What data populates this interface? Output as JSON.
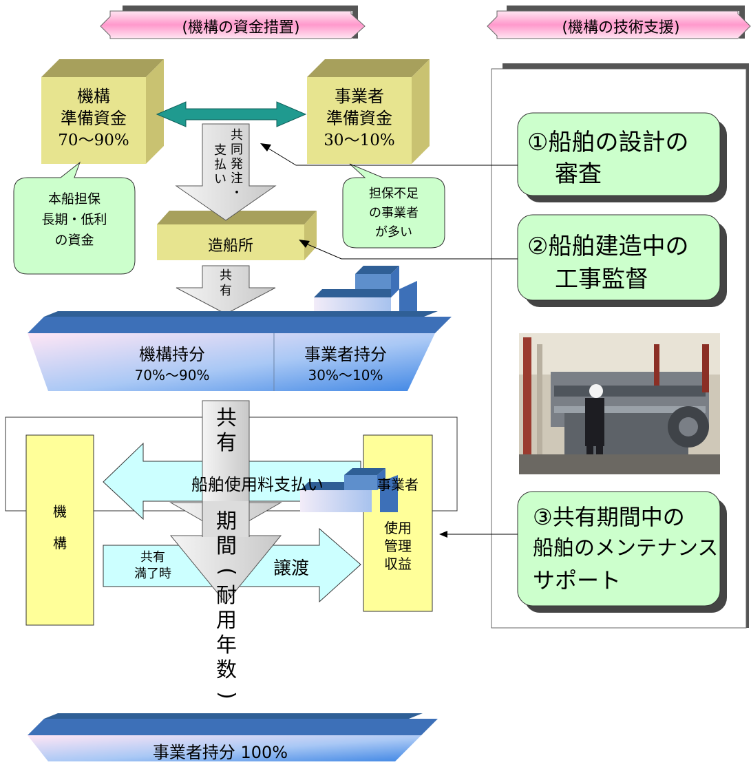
{
  "headers": {
    "funding": "(機構の資金措置)",
    "tech_support": "(機構の技術支援)"
  },
  "funding": {
    "agency_reserve": {
      "line1": "機構",
      "line2": "準備資金",
      "pct": "70〜90%"
    },
    "operator_reserve": {
      "line1": "事業者",
      "line2": "準備資金",
      "pct": "30〜10%"
    },
    "joint_order": [
      "共",
      "同",
      "発",
      "注",
      "・"
    ],
    "payment": [
      "支",
      "払",
      "い"
    ],
    "shipyard": "造船所",
    "bubble_left": [
      "本船担保",
      "長期・低利",
      "の資金"
    ],
    "bubble_right": [
      "担保不足",
      "の事業者",
      "が多い"
    ],
    "co_own_arrow": [
      "共",
      "有"
    ]
  },
  "ship_top": {
    "agency_share_label": "機構持分",
    "agency_share_pct": "70%〜90%",
    "operator_share_label": "事業者持分",
    "operator_share_pct": "30%〜10%"
  },
  "coownership": {
    "column_top": [
      "共",
      "有"
    ],
    "column_bottom": [
      "期",
      "間",
      "(",
      "耐",
      "用",
      "年",
      "数",
      ")"
    ],
    "agency": [
      "機",
      "構"
    ],
    "usage_fee": "船舶使用料支払い",
    "on_expiry": [
      "共有",
      "満了時"
    ],
    "transfer": "譲渡",
    "operator_title": "事業者",
    "operator_items": [
      "使用",
      "管理",
      "収益"
    ]
  },
  "ship_bottom": {
    "label": "事業者持分 100%"
  },
  "tech_support": {
    "item1": [
      "①船舶の設計の",
      "審査"
    ],
    "item2": [
      "②船舶建造中の",
      "工事監督"
    ],
    "item3": [
      "③共有期間中の",
      "船舶のメンテナンス",
      "サポート"
    ]
  },
  "colors": {
    "olive_box": "#e7e48f",
    "olive_top": "#a7a05c",
    "green_callout": "#ccffcc",
    "light_cyan": "#ccffff",
    "yellow_box": "#ffff99",
    "ship_blue": "#5a9ad8",
    "ship_deck": "#2f5f96"
  }
}
